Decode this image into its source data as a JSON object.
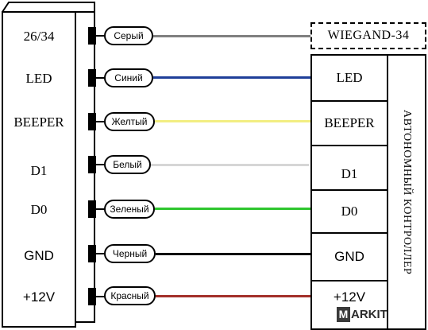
{
  "reader_pins": [
    {
      "label": "26/34"
    },
    {
      "label": "LED"
    },
    {
      "label": "BEEPER"
    },
    {
      "label": "D1"
    },
    {
      "label": "D0"
    },
    {
      "label": "GND"
    },
    {
      "label": "+12V"
    }
  ],
  "wires": [
    {
      "name": "Серый",
      "color": "#808080"
    },
    {
      "name": "Синий",
      "color": "#1f3f99"
    },
    {
      "name": "Желтый",
      "color": "#f2ee82"
    },
    {
      "name": "Белый",
      "color": "#d6d6d6"
    },
    {
      "name": "Зеленый",
      "color": "#2ec62e"
    },
    {
      "name": "Черный",
      "color": "#111111"
    },
    {
      "name": "Красный",
      "color": "#a3302a"
    }
  ],
  "controller": {
    "wiegand_label": "WIEGAND-34",
    "title": "АВТОНОМНЫЙ КОНТРОЛЛЕР",
    "terminals": [
      {
        "label": "LED"
      },
      {
        "label": "BEEPER"
      },
      {
        "label": "D1"
      },
      {
        "label": "D0"
      },
      {
        "label": "GND"
      },
      {
        "label": "+12V"
      }
    ]
  },
  "watermark": {
    "text": "ARKIT",
    "letter": "M"
  }
}
